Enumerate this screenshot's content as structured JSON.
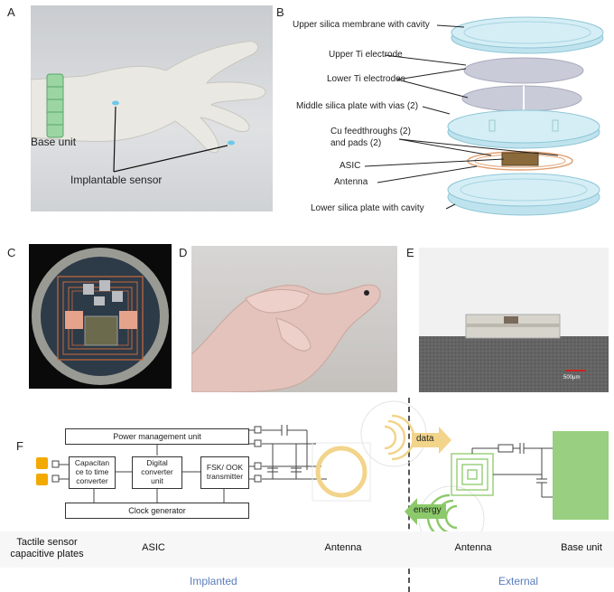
{
  "panels": {
    "a": "A",
    "b": "B",
    "c": "C",
    "d": "D",
    "e": "E",
    "f": "F"
  },
  "panel_a": {
    "base_unit": "Base unit",
    "implantable_sensor": "Implantable sensor"
  },
  "panel_b": {
    "layers": [
      "Upper silica membrane with cavity",
      "Upper Ti electrode",
      "Lower Ti electrodes",
      "Middle silica plate with vias (2)",
      "Cu feedthroughs (2)",
      "and pads (2)",
      "ASIC",
      "Antenna",
      "Lower silica plate with cavity"
    ]
  },
  "panel_e": {
    "scale_bar": "500μm"
  },
  "panel_f": {
    "blocks": {
      "power": "Power management unit",
      "cap_to_time": "Capacitan ce to time converter",
      "digital": "Digital converter unit",
      "fsk": "FSK/ OOK transmitter",
      "clock": "Clock generator"
    },
    "arrows": {
      "data": "data",
      "energy": "energy"
    },
    "bottom_labels": {
      "tactile": "Tactile sensor capacitive plates",
      "asic": "ASIC",
      "antenna_int": "Antenna",
      "antenna_ext": "Antenna",
      "base": "Base unit"
    },
    "sections": {
      "implanted": "Implanted",
      "external": "External"
    }
  },
  "colors": {
    "silica": "#bfe3ee",
    "electrode": "#c9cbd9",
    "antenna_ring": "#f2d48a",
    "energy_green": "#8cc96a",
    "base_green": "#98cf80",
    "section_blue": "#5b7dbd",
    "sensor_orange": "#f2a900"
  }
}
